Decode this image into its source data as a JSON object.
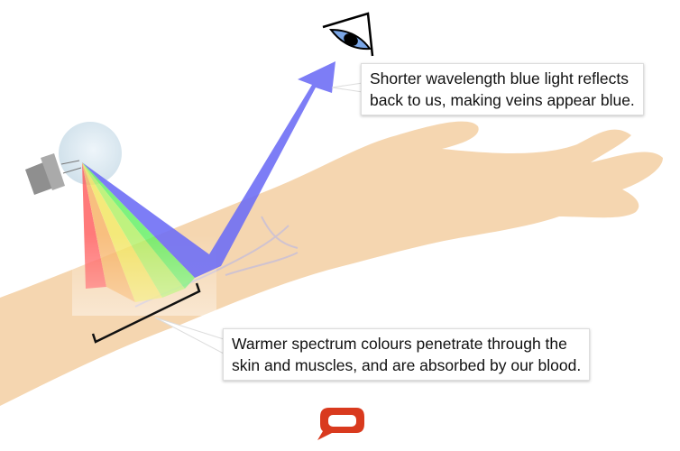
{
  "callouts": {
    "blue_reflection": [
      "Shorter wavelength blue light reflects",
      "back to us, making veins appear blue."
    ],
    "warm_absorption": [
      "Warmer spectrum colours penetrate through the",
      "skin and muscles, and are absorbed by our blood."
    ]
  },
  "colors": {
    "skin": "#f5d6b0",
    "blue_beam": "#6f6ff5",
    "red": "#ff5a5a",
    "yellow": "#f2e45a",
    "green": "#5ef05e",
    "logo": "#d93a1e"
  }
}
